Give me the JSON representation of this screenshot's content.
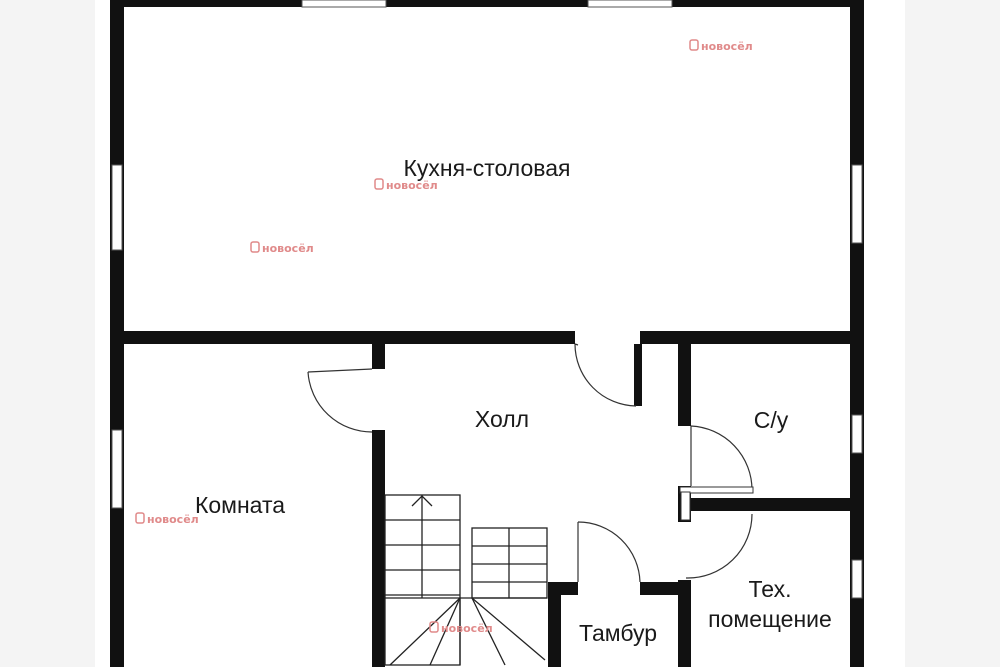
{
  "plan": {
    "rooms": {
      "kitchen": "Кухня-столовая",
      "hall": "Холл",
      "room": "Комната",
      "bathroom": "С/у",
      "vestibule": "Тамбур",
      "tech_line1": "Тех.",
      "tech_line2": "помещение"
    },
    "watermark": {
      "brand": "новосёл",
      "accent_color": "#e08a8a"
    },
    "colors": {
      "wall": "#111111",
      "background": "#ffffff"
    }
  }
}
